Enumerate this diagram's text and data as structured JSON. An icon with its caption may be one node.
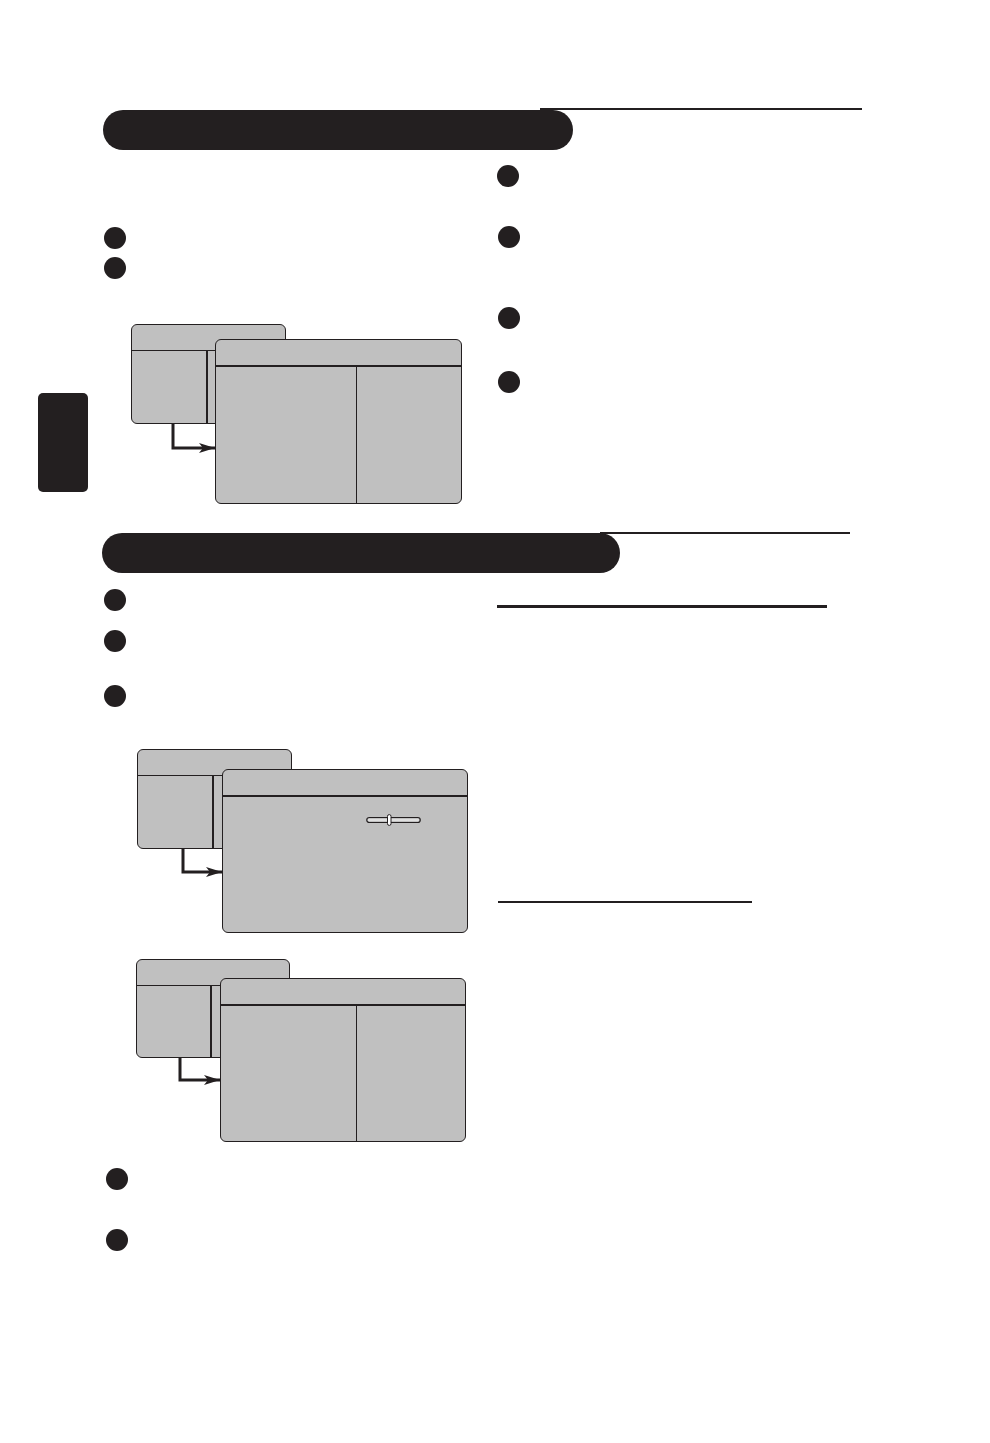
{
  "diagram": {
    "nodes": [
      {
        "text": [],
        "shape": "box"
      },
      {
        "text": [],
        "shape": "box"
      },
      {
        "text": [],
        "shape": "box"
      },
      {
        "text": [],
        "shape": "box"
      },
      {
        "text": [],
        "shape": "box"
      },
      {
        "text": [],
        "shape": "box"
      },
      {
        "text": [],
        "shape": "box"
      }
    ],
    "edges": [
      {
        "from": 0,
        "to": 1,
        "arrow": "to"
      },
      {
        "from": 2,
        "to": 3,
        "arrow": "to"
      },
      {
        "from": 4,
        "to": 5,
        "arrow": "to"
      }
    ]
  }
}
